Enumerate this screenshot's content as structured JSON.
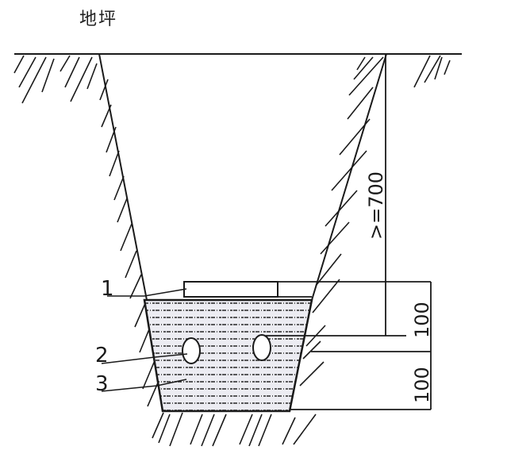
{
  "title_label": "地坪",
  "dimensions": {
    "depth": ">=700",
    "upper_layer": "100",
    "lower_layer": "100"
  },
  "callouts": [
    {
      "id": "1",
      "label": "1"
    },
    {
      "id": "2",
      "label": "2"
    },
    {
      "id": "3",
      "label": "3"
    }
  ],
  "colors": {
    "line": "#1a1a1a",
    "fill": "#e9e9ee",
    "background": "#ffffff"
  }
}
